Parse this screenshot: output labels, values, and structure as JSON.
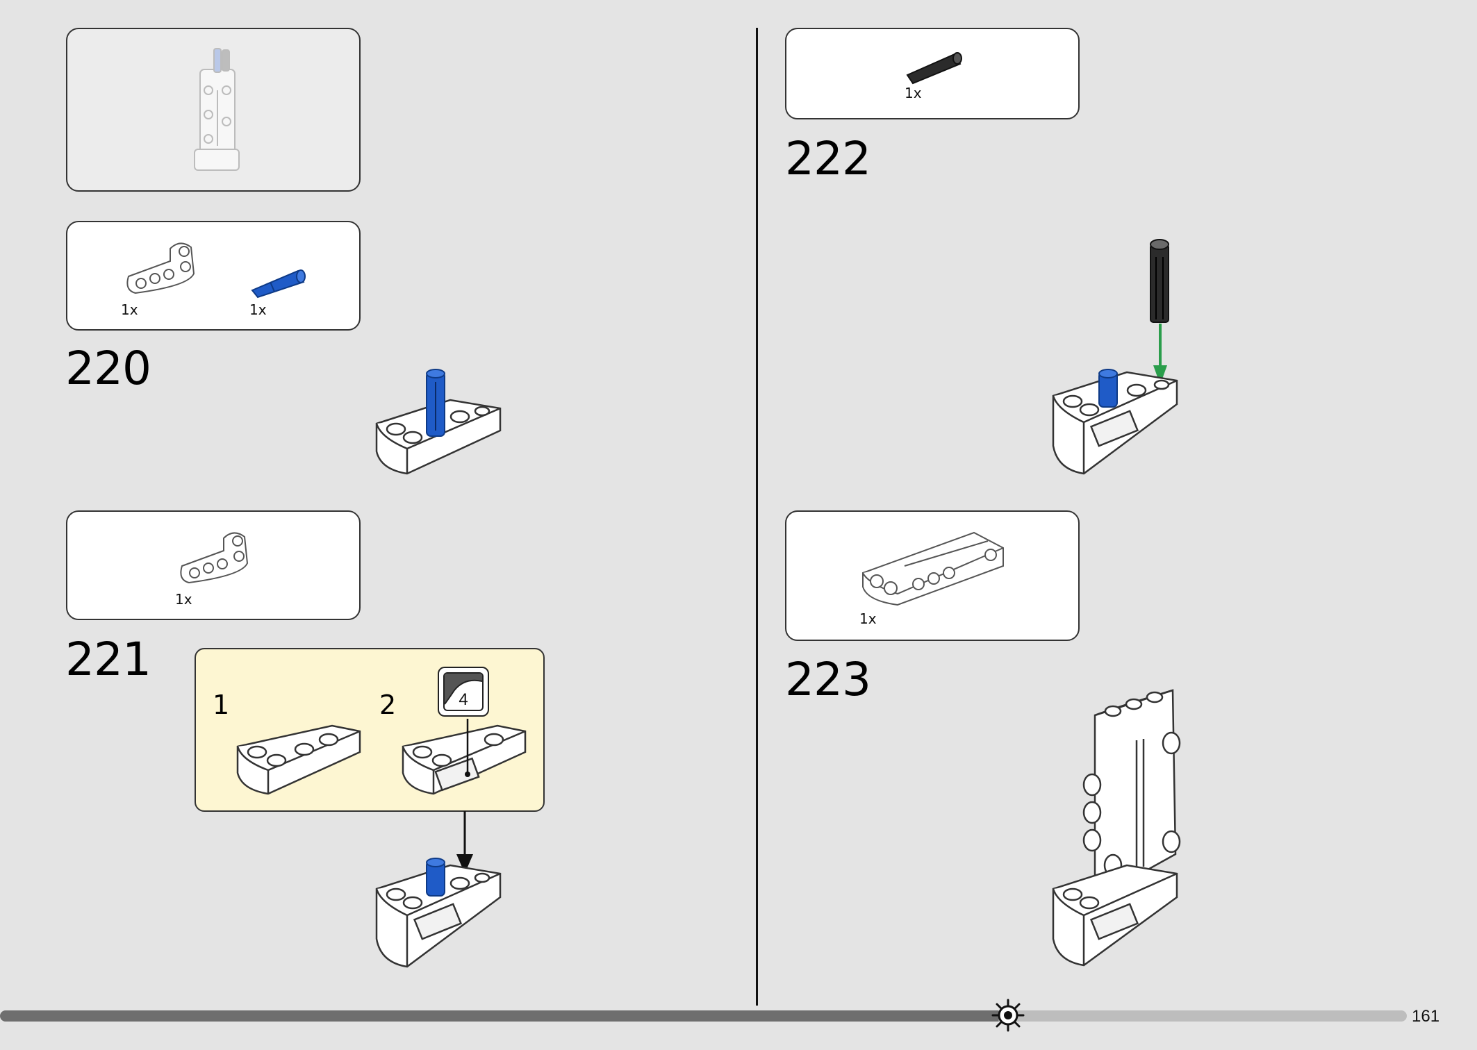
{
  "page": {
    "number": "161"
  },
  "colors": {
    "background": "#e4e4e4",
    "subassembly_panel": "#fdf6d2",
    "pin_blue": "#1f5bc7",
    "axle_black": "#2b2b2b",
    "arrow_green": "#2a9d4b",
    "footer_dark": "#6e6e6e",
    "footer_light": "#bdbdbd"
  },
  "steps": [
    {
      "number": "220",
      "parts": [
        {
          "quantity": "1x",
          "icon": "white-l-beam-icon"
        },
        {
          "quantity": "1x",
          "icon": "blue-axle-pin-icon"
        }
      ]
    },
    {
      "number": "221",
      "parts": [
        {
          "quantity": "1x",
          "icon": "white-l-beam-icon"
        }
      ],
      "subassembly": {
        "substeps": [
          "1",
          "2"
        ],
        "sticker_number": "4"
      }
    },
    {
      "number": "222",
      "parts": [
        {
          "quantity": "1x",
          "icon": "black-axle-icon"
        }
      ]
    },
    {
      "number": "223",
      "parts": [
        {
          "quantity": "1x",
          "icon": "white-panel-icon"
        }
      ]
    }
  ]
}
